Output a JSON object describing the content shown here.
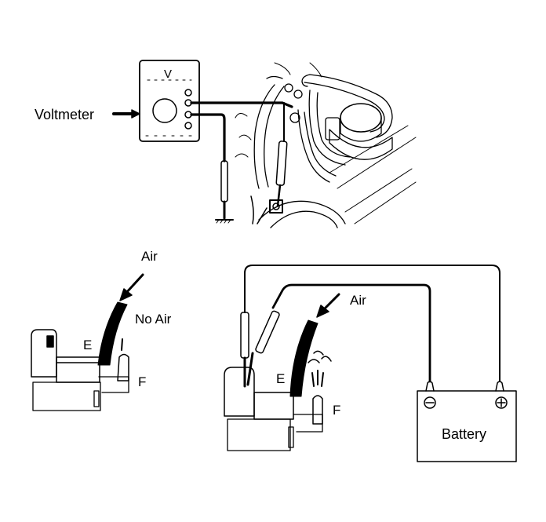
{
  "diagram": {
    "labels": {
      "voltmeter": "Voltmeter",
      "meter_face": "V",
      "air_left": "Air",
      "no_air": "No Air",
      "port_e_left": "E",
      "port_f_left": "F",
      "air_right": "Air",
      "port_e_right": "E",
      "port_f_right": "F",
      "battery": "Battery",
      "battery_neg": "⊖",
      "battery_pos": "⊕"
    },
    "colors": {
      "ink": "#000000",
      "paper": "#ffffff"
    }
  }
}
